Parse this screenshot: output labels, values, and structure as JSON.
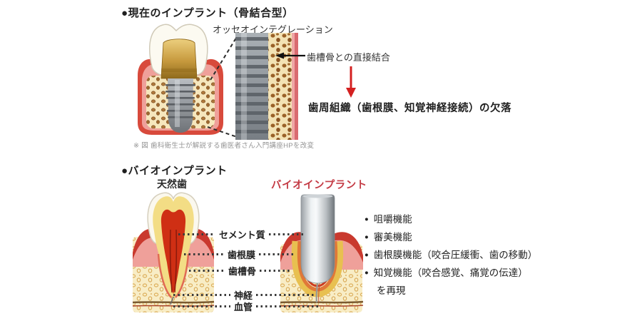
{
  "window": {
    "background": "#ffffff"
  },
  "colors": {
    "accent_red_text": "#c43b45",
    "arrow_red": "#d42020",
    "text_black": "#1f1f1f",
    "caption_gray": "#949494",
    "bone_cream": "#f6e7bd",
    "bone_spot_brown": "#9a6a33",
    "gum_red": "#c9392e",
    "gum_pink": "#efa09a",
    "implant_metal_gray": "#8f9499",
    "abutment_gold": "#c79a3e",
    "dentin_yellow": "#f3dd85",
    "pulp_red": "#cf2f14",
    "enamel_white": "#fbf8ee"
  },
  "top": {
    "heading": "●現在のインプラント（骨結合型）",
    "osseo_label": "オッセオインテグレーション",
    "bond_label": "歯槽骨との直接結合",
    "defect_label": "歯周組織（歯根膜、知覚神経接続）の欠落",
    "caption": "※ 図 歯科衛生士が解説する歯医者さん入門講座HPを改変"
  },
  "bottom": {
    "heading": "●バイオインプラント",
    "natural_label": "天然歯",
    "bio_label": "バイオインプラント",
    "anatomy": [
      {
        "label": "セメント質"
      },
      {
        "label": "歯根膜"
      },
      {
        "label": "歯槽骨"
      },
      {
        "label": "神経"
      },
      {
        "label": "血管"
      }
    ],
    "bullet_glyph": "●",
    "features": [
      {
        "label": "咀嚼機能"
      },
      {
        "label": "審美機能"
      },
      {
        "label": "歯根膜機能（咬合圧緩衝、歯の移動）"
      },
      {
        "label": "知覚機能（咬合感覚、痛覚の伝達）"
      }
    ],
    "features_suffix": "を再現"
  }
}
